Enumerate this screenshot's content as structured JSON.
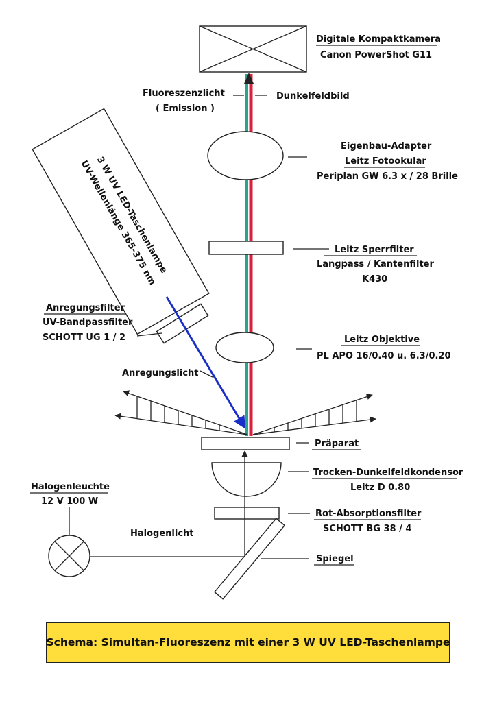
{
  "colors": {
    "fluorescence_beam": "#2aa58c",
    "darkfield_beam": "#d8203c",
    "excitation_beam": "#1a2fc8",
    "caption_background": "#ffde3b"
  },
  "icons": {
    "camera": "box-with-cross-icon",
    "halogen_lamp": "circle-with-cross-icon"
  },
  "labels": {
    "camera_title": "Digitale Kompaktkamera",
    "camera_model": "Canon PowerShot G11",
    "fluorescence_light": "Fluoreszenzlicht",
    "emission": "( Emission )",
    "darkfield_image": "Dunkelfeldbild",
    "adapter_1": "Eigenbau-Adapter",
    "adapter_2": "Leitz Fotookular",
    "adapter_3": "Periplan GW 6.3 x / 28 Brille",
    "lamp_line_1": "3 W  UV LED-Taschenlampe",
    "lamp_line_2": "UV-Wellenlänge 365-375 nm",
    "barrier_filter_1": "Leitz Sperrfilter",
    "barrier_filter_2": "Langpass / Kantenfilter",
    "barrier_filter_3": "K430",
    "excitation_filter_1": "Anregungsfilter",
    "excitation_filter_2": "UV-Bandpassfilter",
    "excitation_filter_3": "SCHOTT UG 1 / 2",
    "objective_1": "Leitz Objektive",
    "objective_2": "PL APO 16/0.40 u. 6.3/0.20",
    "excitation_light": "Anregungslicht",
    "specimen": "Präparat",
    "condenser_1": "Trocken-Dunkelfeldkondensor",
    "condenser_2": "Leitz D 0.80",
    "halogen_1": "Halogenleuchte",
    "halogen_2": "12 V 100 W",
    "red_filter_1": "Rot-Absorptionsfilter",
    "red_filter_2": "SCHOTT  BG 38 / 4",
    "halogen_light": "Halogenlicht",
    "mirror": "Spiegel"
  },
  "caption": "Schema: Simultan-Fluoreszenz mit einer 3 W  UV LED-Taschenlampe"
}
